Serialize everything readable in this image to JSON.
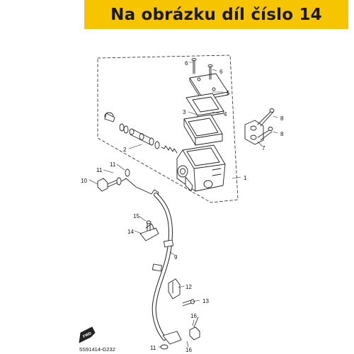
{
  "banner": {
    "text": "Na obrázku díl číslo 14",
    "color": "#f7c400"
  },
  "diagram": {
    "code": "5S91414-G232",
    "fwd_label": "FWD",
    "callouts": [
      "1",
      "2",
      "3",
      "4",
      "5",
      "6",
      "6",
      "7",
      "8",
      "8",
      "9",
      "10",
      "11",
      "11",
      "12",
      "13",
      "14",
      "15",
      "16",
      "11",
      "16"
    ]
  }
}
